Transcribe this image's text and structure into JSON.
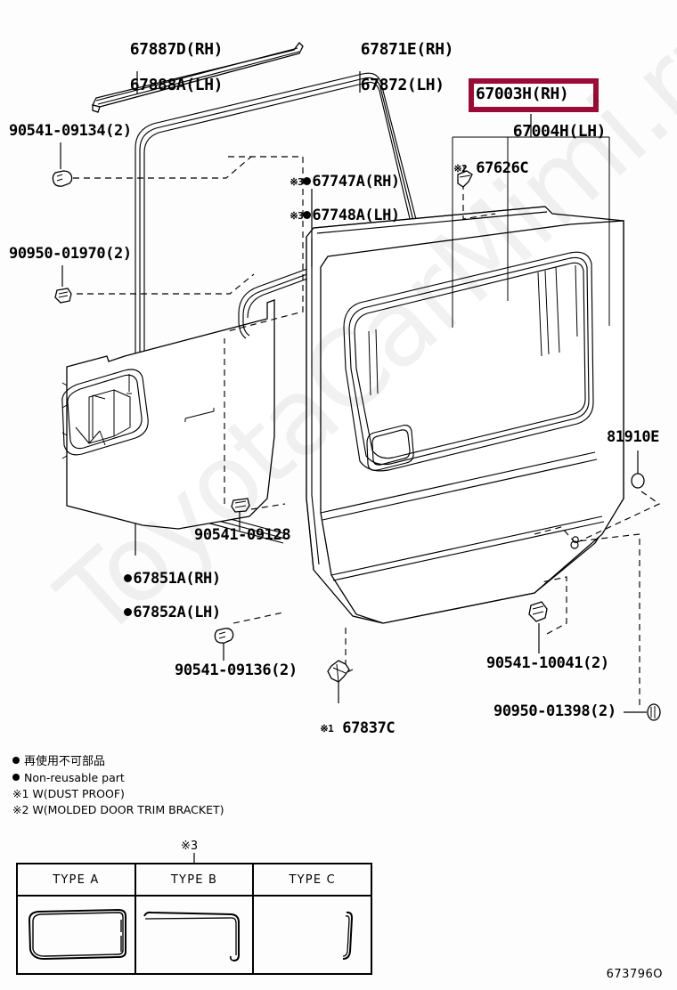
{
  "diagram": {
    "title_code": "673796O",
    "watermark": "ToyotaCarMimi.ru"
  },
  "labels": {
    "weatherstrip_outer": {
      "rh": "67887D(RH)",
      "lh": "67888A(LH)"
    },
    "run_channel": {
      "rh": "67871E(RH)",
      "lh": "67872(LH)"
    },
    "door_panel_highlight": {
      "rh": "67003H(RH)",
      "lh": "67004H(LH)"
    },
    "glass_channel": {
      "mark": "※3",
      "rh": "67747A(RH)",
      "lh": "67748A(LH)"
    },
    "trim_clip": {
      "mark": "※2",
      "code": "67626C"
    },
    "door_trim": {
      "rh": "67851A(RH)",
      "lh": "67852A(LH)"
    },
    "protector": {
      "mark": "※1",
      "code": "67837C"
    },
    "bumper": {
      "code": "81910E"
    },
    "clip_09134": "90541-09134(2)",
    "clip_01970": "90950-01970(2)",
    "clip_09128": "90541-09128",
    "clip_09136": "90541-09136(2)",
    "clip_10041": "90541-10041(2)",
    "clip_01398": "90950-01398(2)"
  },
  "legend": {
    "jp_nonreusable": "再使用不可部品",
    "en_nonreusable": "Non-reusable part",
    "note1": "※1 W(DUST PROOF)",
    "note2": "※2 W(MOLDED DOOR TRIM BRACKET)"
  },
  "type_table": {
    "note_mark": "※3",
    "columns": [
      "TYPE A",
      "TYPE B",
      "TYPE C"
    ]
  },
  "colors": {
    "highlight": "#9c0a38",
    "line": "#000000",
    "background": "#fdfdfd"
  }
}
